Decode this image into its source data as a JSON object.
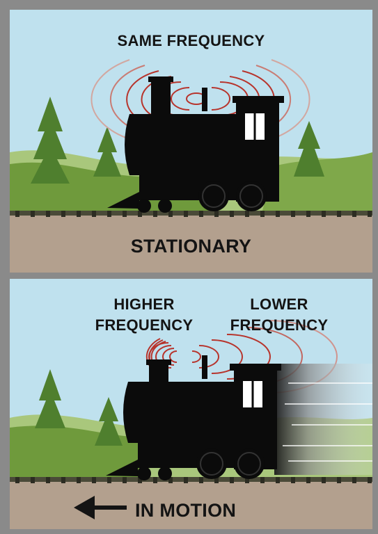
{
  "panels": {
    "stationary": {
      "caption": "SAME FREQUENCY",
      "ground_label": "STATIONARY"
    },
    "moving": {
      "front_caption": "HIGHER\nFREQUENCY",
      "rear_caption": "LOWER\nFREQUENCY",
      "ground_label": "IN MOTION",
      "direction_icon": "left-arrow-icon"
    }
  },
  "colors": {
    "sky": "#bfe1ee",
    "hills_light": "#a9c77c",
    "hills_dark": "#6f9a3c",
    "trees": "#4f7f2e",
    "ground": "#b3a08e",
    "rails": "#4a4a38",
    "locomotive": "#0b0b0b",
    "sound_waves": "#b7342c"
  }
}
